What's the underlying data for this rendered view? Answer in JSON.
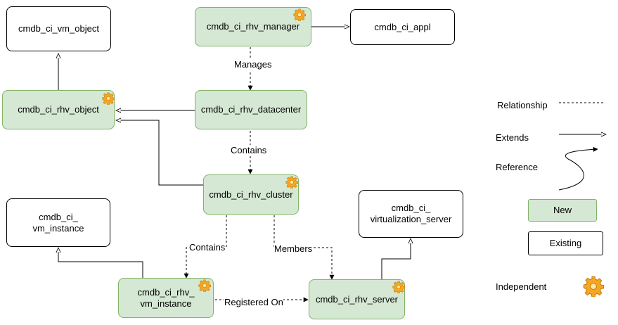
{
  "nodes": {
    "vm_object": "cmdb_ci_vm_object",
    "rhv_manager": "cmdb_ci_rhv_manager",
    "appl": "cmdb_ci_appl",
    "rhv_object": "cmdb_ci_rhv_object",
    "rhv_datacenter": "cmdb_ci_rhv_datacenter",
    "rhv_cluster": "cmdb_ci_rhv_cluster",
    "vm_instance": "cmdb_ci_\nvm_instance",
    "virtualization_server": "cmdb_ci_\nvirtualization_server",
    "rhv_vm_instance": "cmdb_ci_rhv_\nvm_instance",
    "rhv_server": "cmdb_ci_rhv_server"
  },
  "edge_labels": {
    "manages": "Manages",
    "contains_datacenter": "Contains",
    "contains_cluster": "Contains",
    "members": "Members",
    "registered_on": "Registered On"
  },
  "legend": {
    "relationship": "Relationship",
    "extends": "Extends",
    "reference": "Reference",
    "new": "New",
    "existing": "Existing",
    "independent": "Independent"
  },
  "colors": {
    "new_fill": "#d5e8d4",
    "new_border": "#82b366",
    "existing_fill": "#ffffff",
    "existing_border": "#000000",
    "gear": "#f5a623"
  },
  "icons": {
    "independent": "gear-icon"
  }
}
